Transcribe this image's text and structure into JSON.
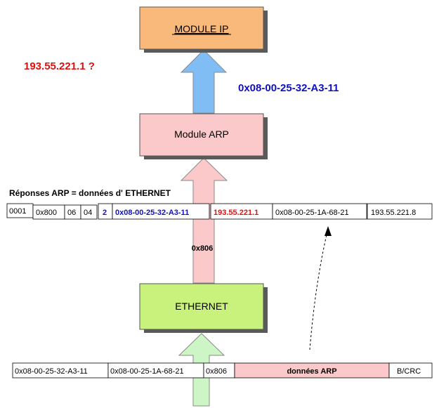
{
  "module_ip": {
    "label": "MODULE IP"
  },
  "module_arp": {
    "label": "Module ARP"
  },
  "ethernet": {
    "label": "ETHERNET"
  },
  "question_ip": "193.55.221.1 ?",
  "mac_answer": "0x08-00-25-32-A3-11",
  "arp_caption": "Réponses ARP = données d' ETHERNET",
  "ethertype_label": "0x806",
  "arp_fields": [
    "0001",
    "0x800",
    "06",
    "04",
    "2",
    "0x08-00-25-32-A3-11",
    "193.55.221.1",
    "0x08-00-25-1A-68-21",
    "193.55.221.8"
  ],
  "frame_fields": [
    "0x08-00-25-32-A3-11",
    "0x08-00-25-1A-68-21",
    "0x806",
    "données ARP",
    "B/CRC"
  ],
  "colors": {
    "ip_box": "#f9b97a",
    "arp_box": "#fbc9c9",
    "eth_box": "#c9f27c",
    "blue_arrow": "#80bdf5",
    "pink_arrow": "#fbc9c9",
    "green_arrow": "#cdf5c6",
    "red_text": "#e01010",
    "blue_text": "#1010c0"
  }
}
